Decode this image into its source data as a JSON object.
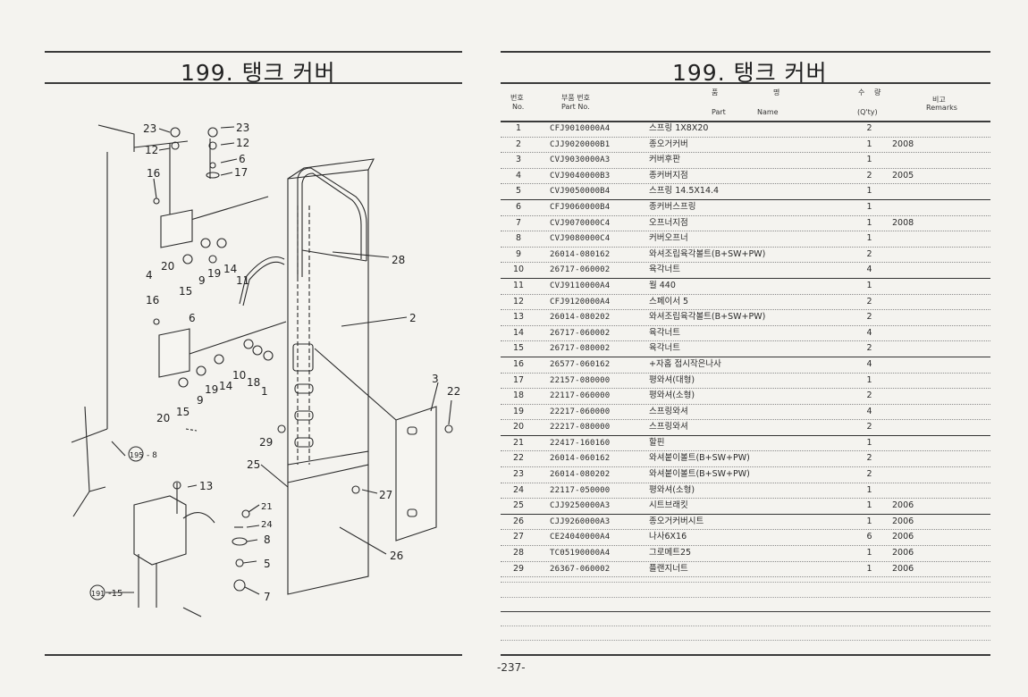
{
  "left_title": "199. 탱크 커버",
  "right_title": "199. 탱크 커버",
  "table_header": {
    "no_ko": "번호",
    "no_en": "No.",
    "part_no_ko": "부품 번호",
    "part_no_en": "Part  No.",
    "name_ko_1": "품",
    "name_ko_2": "명",
    "part_en": "Part",
    "name_en": "Name",
    "qty_ko_1": "수",
    "qty_ko_2": "량",
    "qty_en": "(Q'ty)",
    "remarks_ko": "비고",
    "remarks_en": "Remarks"
  },
  "parts": [
    {
      "no": "1",
      "part_no": "CFJ9010000A4",
      "name": "스프링 1X8X20",
      "qty": "2",
      "remark": ""
    },
    {
      "no": "2",
      "part_no": "CJJ9020000B1",
      "name": "종오거커버",
      "qty": "1",
      "remark": "2008"
    },
    {
      "no": "3",
      "part_no": "CVJ9030000A3",
      "name": "커버후판",
      "qty": "1",
      "remark": ""
    },
    {
      "no": "4",
      "part_no": "CVJ9040000B3",
      "name": "종커버지점",
      "qty": "2",
      "remark": "2005"
    },
    {
      "no": "5",
      "part_no": "CVJ9050000B4",
      "name": "스프링 14.5X14.4",
      "qty": "1",
      "remark": ""
    },
    {
      "no": "6",
      "part_no": "CFJ9060000B4",
      "name": "종커버스프링",
      "qty": "1",
      "remark": ""
    },
    {
      "no": "7",
      "part_no": "CVJ9070000C4",
      "name": "오프너지점",
      "qty": "1",
      "remark": "2008"
    },
    {
      "no": "8",
      "part_no": "CVJ9080000C4",
      "name": "커버오프너",
      "qty": "1",
      "remark": ""
    },
    {
      "no": "9",
      "part_no": "26014-080162",
      "name": "와셔조립육각볼트(B+SW+PW)",
      "qty": "2",
      "remark": ""
    },
    {
      "no": "10",
      "part_no": "26717-060002",
      "name": "육각너트",
      "qty": "4",
      "remark": ""
    },
    {
      "no": "11",
      "part_no": "CVJ9110000A4",
      "name": "월 440",
      "qty": "1",
      "remark": ""
    },
    {
      "no": "12",
      "part_no": "CFJ9120000A4",
      "name": "스페이서 5",
      "qty": "2",
      "remark": ""
    },
    {
      "no": "13",
      "part_no": "26014-080202",
      "name": "와셔조립육각볼트(B+SW+PW)",
      "qty": "2",
      "remark": ""
    },
    {
      "no": "14",
      "part_no": "26717-060002",
      "name": "육각너트",
      "qty": "4",
      "remark": ""
    },
    {
      "no": "15",
      "part_no": "26717-080002",
      "name": "육각너트",
      "qty": "2",
      "remark": ""
    },
    {
      "no": "16",
      "part_no": "26577-060162",
      "name": "+자홈 접시작은나사",
      "qty": "4",
      "remark": ""
    },
    {
      "no": "17",
      "part_no": "22157-080000",
      "name": "평와셔(대형)",
      "qty": "1",
      "remark": ""
    },
    {
      "no": "18",
      "part_no": "22117-060000",
      "name": "평와셔(소형)",
      "qty": "2",
      "remark": ""
    },
    {
      "no": "19",
      "part_no": "22217-060000",
      "name": "스프링와셔",
      "qty": "4",
      "remark": ""
    },
    {
      "no": "20",
      "part_no": "22217-080000",
      "name": "스프링와셔",
      "qty": "2",
      "remark": ""
    },
    {
      "no": "21",
      "part_no": "22417-160160",
      "name": "할핀",
      "qty": "1",
      "remark": ""
    },
    {
      "no": "22",
      "part_no": "26014-060162",
      "name": "와셔붙이볼트(B+SW+PW)",
      "qty": "2",
      "remark": ""
    },
    {
      "no": "23",
      "part_no": "26014-080202",
      "name": "와셔붙이볼트(B+SW+PW)",
      "qty": "2",
      "remark": ""
    },
    {
      "no": "24",
      "part_no": "22117-050000",
      "name": "평와셔(소형)",
      "qty": "1",
      "remark": ""
    },
    {
      "no": "25",
      "part_no": "CJJ9250000A3",
      "name": "시트브래킷",
      "qty": "1",
      "remark": "2006"
    },
    {
      "no": "26",
      "part_no": "CJJ9260000A3",
      "name": "종오거커버시트",
      "qty": "1",
      "remark": "2006"
    },
    {
      "no": "27",
      "part_no": "CE24040000A4",
      "name": "나사6X16",
      "qty": "6",
      "remark": "2006"
    },
    {
      "no": "28",
      "part_no": "TC05190000A4",
      "name": "그로메트25",
      "qty": "1",
      "remark": "2006"
    },
    {
      "no": "29",
      "part_no": "26367-060002",
      "name": "플랜지너트",
      "qty": "1",
      "remark": "2006"
    }
  ],
  "diagram": {
    "callouts": [
      "23",
      "23",
      "12",
      "12",
      "6",
      "17",
      "16",
      "28",
      "4",
      "20",
      "9",
      "19",
      "14",
      "11",
      "15",
      "16",
      "6",
      "2",
      "10",
      "18",
      "1",
      "19",
      "14",
      "9",
      "20",
      "15",
      "3",
      "22",
      "29",
      "25",
      "27",
      "26",
      "13",
      "21",
      "24",
      "8",
      "5",
      "7"
    ],
    "ref_195": "195",
    "ref_195_suffix": "- 8",
    "ref_191": "191",
    "ref_191_suffix": "-15"
  },
  "page_number": "-237-"
}
